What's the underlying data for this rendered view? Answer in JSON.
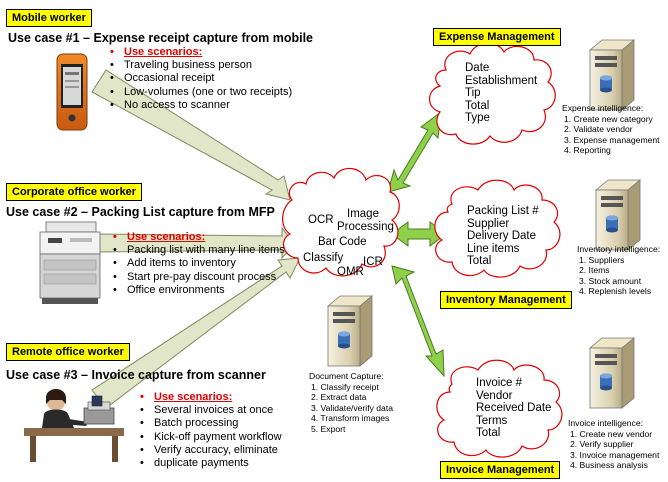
{
  "workers": {
    "mobile": {
      "label": "Mobile worker",
      "use_case": "Use case #1 – Expense receipt capture from mobile",
      "scenarios_title": "Use scenarios:",
      "scenarios": [
        "Traveling business person",
        "Occasional receipt",
        "Low-volumes (one or two receipts)",
        "No access to scanner"
      ]
    },
    "corporate": {
      "label": "Corporate office worker",
      "use_case": "Use case #2 – Packing List capture from MFP",
      "scenarios_title": "Use scenarios:",
      "scenarios": [
        "Packing list with many line items",
        "Add items to inventory",
        "Start pre-pay discount process",
        "Office environments"
      ]
    },
    "remote": {
      "label": "Remote office worker",
      "use_case": "Use case #3 – Invoice capture from scanner",
      "scenarios_title": "Use scenarios:",
      "scenarios": [
        "Several invoices at once",
        "Batch processing",
        "Kick-off payment workflow",
        "Verify accuracy, eliminate",
        "duplicate payments"
      ]
    }
  },
  "center_cloud": {
    "words": [
      "OCR",
      "Image",
      "Processing",
      "Bar Code",
      "Classify",
      "ICR",
      "OMR"
    ]
  },
  "document_capture": {
    "title": "Document Capture:",
    "items": [
      "1.  Classify receipt",
      "2.  Extract data",
      "3.  Validate/verify data",
      "4.  Transform images",
      "5.  Export"
    ]
  },
  "expense": {
    "label": "Expense Management",
    "fields": [
      "Date",
      "Establishment",
      "Tip",
      "Total",
      "Type"
    ],
    "intel_title": "Expense intelligence:",
    "intel": [
      "1.  Create new category",
      "2.  Validate vendor",
      "3.  Expense management",
      "4.  Reporting"
    ]
  },
  "inventory": {
    "label": "Inventory Management",
    "fields": [
      "Packing List #",
      "Supplier",
      "Delivery Date",
      "Line items",
      "Total"
    ],
    "intel_title": "Inventory intelligence:",
    "intel": [
      "1.  Suppliers",
      "2.  Items",
      "3.  Stock amount",
      "4.  Replenish levels"
    ]
  },
  "invoice": {
    "label": "Invoice Management",
    "fields": [
      "Invoice #",
      "Vendor",
      "Received Date",
      "Terms",
      "Total"
    ],
    "intel_title": "Invoice intelligence:",
    "intel": [
      "1.  Create new vendor",
      "2.  Verify supplier",
      "3.  Invoice management",
      "4.  Business analysis"
    ]
  },
  "colors": {
    "label_fill": "#ffff00",
    "cloud_stroke": "#e00000",
    "scenario_head": "#e00000",
    "arrow_green": "#8ed04a",
    "arrow_tan": "#e2e6c8"
  },
  "icons": {
    "server": "server-icon",
    "phone": "smartphone-icon",
    "mfp": "printer-copier-icon",
    "person": "person-at-scanner-icon"
  }
}
